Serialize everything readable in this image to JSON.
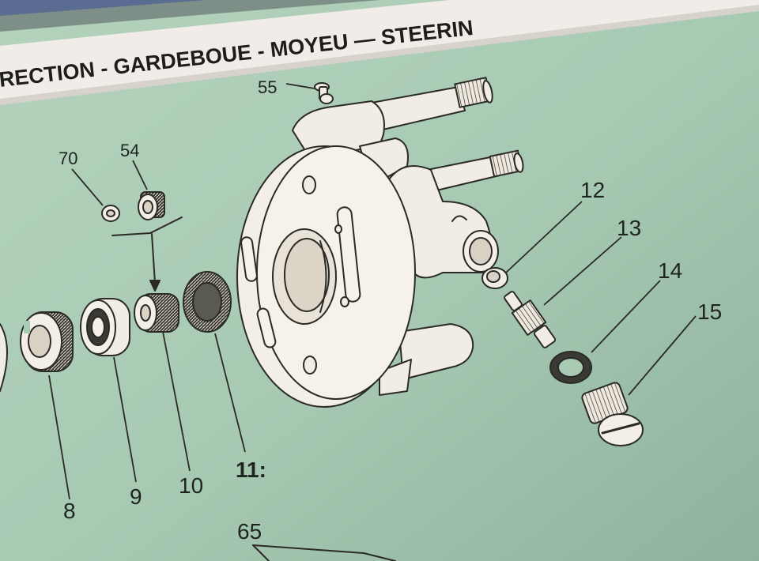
{
  "header": {
    "title": "RECTION - GARDEBOUE - MOYEU — STEERIN"
  },
  "callouts": [
    {
      "id": "55",
      "label": "55"
    },
    {
      "id": "70",
      "label": "70"
    },
    {
      "id": "54",
      "label": "54"
    },
    {
      "id": "12",
      "label": "12"
    },
    {
      "id": "13",
      "label": "13"
    },
    {
      "id": "14",
      "label": "14"
    },
    {
      "id": "15",
      "label": "15"
    },
    {
      "id": "8",
      "label": "8"
    },
    {
      "id": "9",
      "label": "9"
    },
    {
      "id": "10",
      "label": "10"
    },
    {
      "id": "11",
      "label": "11:"
    },
    {
      "id": "65",
      "label": "65"
    }
  ],
  "colors": {
    "page_background": "#a9cbb4",
    "header_band": "#f2ece8",
    "line_art": "#2a2a26",
    "part_fill": "#f1ece4"
  }
}
